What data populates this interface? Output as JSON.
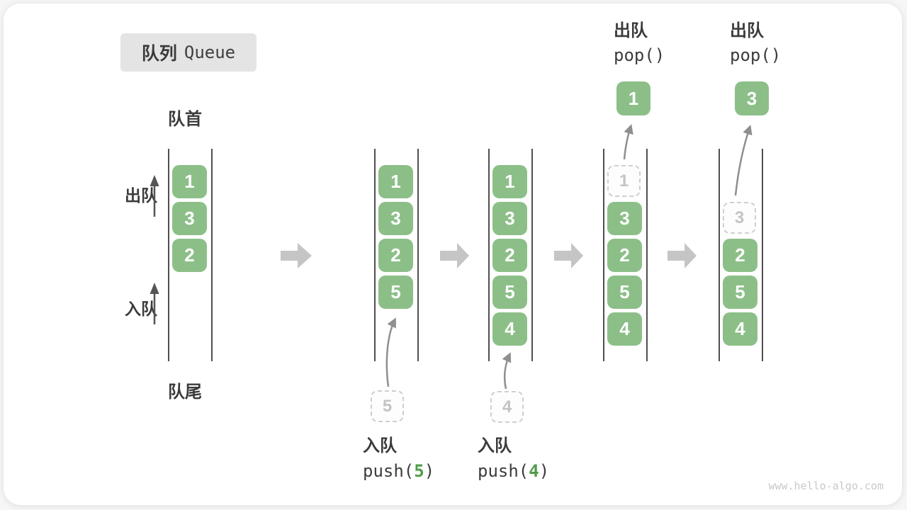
{
  "title": {
    "zh": "队列",
    "en": "Queue"
  },
  "labels": {
    "front": "队首",
    "rear": "队尾",
    "dequeue_side": "出队",
    "enqueue_side": "入队"
  },
  "states": [
    {
      "cells": [
        "1",
        "3",
        "2"
      ]
    },
    {
      "cells": [
        "1",
        "3",
        "2",
        "5"
      ]
    },
    {
      "cells": [
        "1",
        "3",
        "2",
        "5",
        "4"
      ]
    },
    {
      "ghost": "1",
      "cells": [
        "3",
        "2",
        "5",
        "4"
      ],
      "popped": "1"
    },
    {
      "ghost": "3",
      "cells": [
        "2",
        "5",
        "4"
      ],
      "popped": "3"
    }
  ],
  "operations": {
    "enqueue5": {
      "zh": "入队",
      "ghost": "5",
      "code_pre": "push(",
      "code_arg": "5",
      "code_post": ")"
    },
    "enqueue4": {
      "zh": "入队",
      "ghost": "4",
      "code_pre": "push(",
      "code_arg": "4",
      "code_post": ")"
    },
    "dequeue1": {
      "zh": "出队",
      "code": "pop()"
    },
    "dequeue3": {
      "zh": "出队",
      "code": "pop()"
    }
  },
  "watermark": "www.hello-algo.com",
  "colors": {
    "cell_green": "#8cbf88",
    "cell_text": "#ffffff",
    "ghost_border": "#cfcfcf",
    "ghost_text": "#c4c4c4",
    "rail": "#4f4f4f",
    "block_arrow": "#c5c5c5",
    "curve_arrow": "#8f8f8f",
    "label_text": "#3b3b3b",
    "code_arg_green": "#4f9d4a",
    "title_bg": "#e4e4e4",
    "watermark": "#c9c9c9"
  }
}
